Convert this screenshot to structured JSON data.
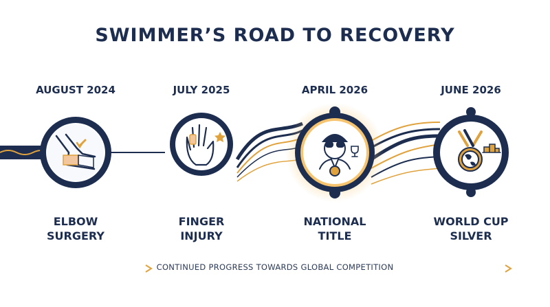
{
  "title": "SWIMMER’S ROAD TO RECOVERY",
  "milestones": [
    {
      "date": "AUGUST 2024",
      "line1": "ELBOW",
      "line2": "SURGERY",
      "icon": "elbow-bandage-icon"
    },
    {
      "date": "JULY 2025",
      "line1": "FINGER",
      "line2": "INJURY",
      "icon": "injured-hand-icon"
    },
    {
      "date": "APRIL 2026",
      "line1": "NATIONAL",
      "line2": "TITLE",
      "icon": "swimmer-medal-icon"
    },
    {
      "date": "JUNE 2026",
      "line1": "WORLD CUP",
      "line2": "SILVER",
      "icon": "globe-medal-icon"
    }
  ],
  "caption": "CONTINUED PROGRESS TOWARDS GLOBAL COMPETITION",
  "colors": {
    "navy": "#1c2d4f",
    "gold": "#e0a23c",
    "light": "#eef1f6"
  }
}
